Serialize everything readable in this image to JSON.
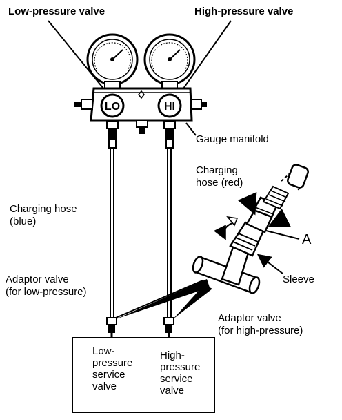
{
  "labels": {
    "low_pressure_valve": "Low-pressure valve",
    "high_pressure_valve": "High-pressure valve",
    "gauge_manifold": "Gauge manifold",
    "charging_hose_red_1": "Charging",
    "charging_hose_red_2": "hose (red)",
    "charging_hose_blue_1": "Charging hose",
    "charging_hose_blue_2": "(blue)",
    "callout_a": "A",
    "sleeve": "Sleeve",
    "adaptor_low_1": "Adaptor valve",
    "adaptor_low_2": "(for low-pressure)",
    "adaptor_high_1": "Adaptor valve",
    "adaptor_high_2": "(for high-pressure)",
    "lo": "LO",
    "hi": "HI"
  },
  "service_box": {
    "low": [
      "Low-",
      "pressure",
      "service",
      "valve"
    ],
    "high": [
      "High-",
      "pressure",
      "service",
      "valve"
    ]
  }
}
